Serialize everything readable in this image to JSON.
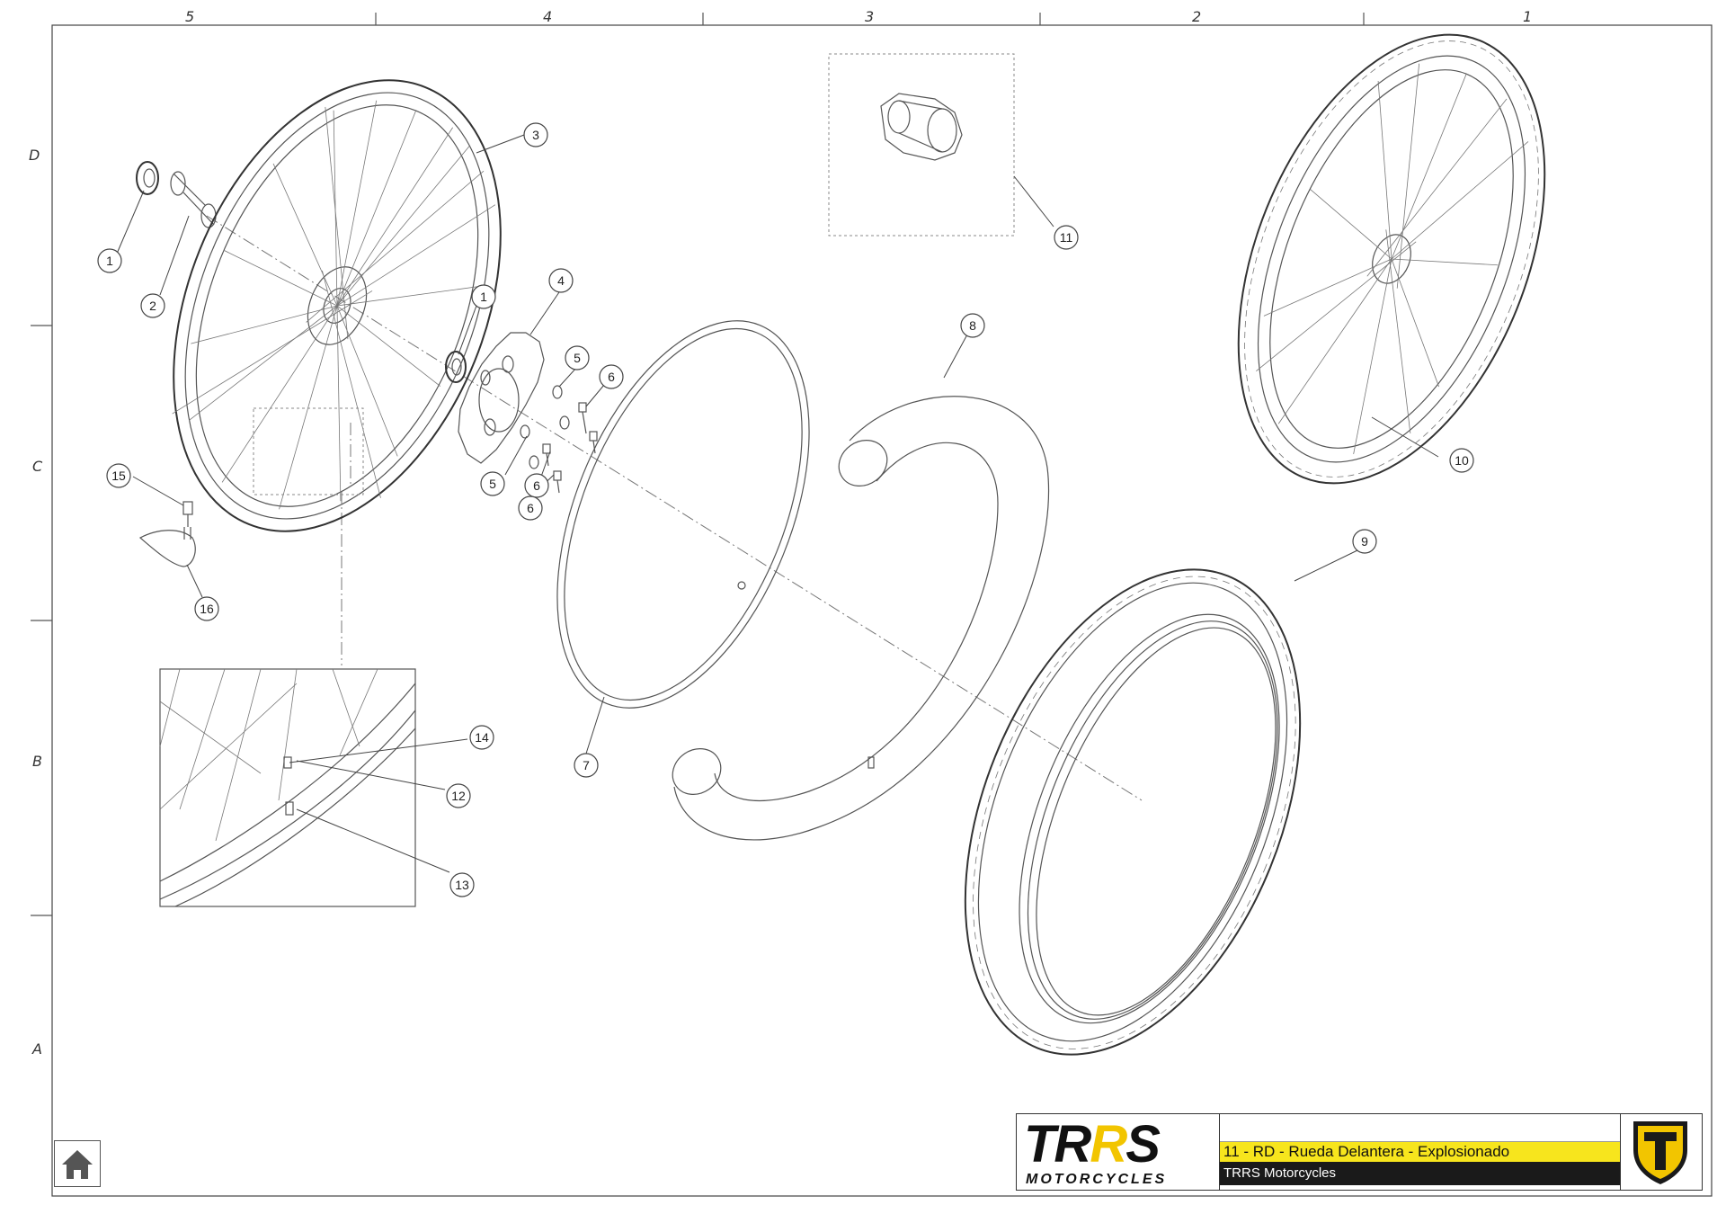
{
  "zones": {
    "columns": [
      "5",
      "4",
      "3",
      "2",
      "1"
    ],
    "rows": [
      "D",
      "C",
      "B",
      "A"
    ]
  },
  "callouts": [
    "1",
    "2",
    "3",
    "1",
    "4",
    "5",
    "6",
    "6",
    "5",
    "6",
    "7",
    "8",
    "9",
    "10",
    "11",
    "12",
    "13",
    "14",
    "15",
    "16"
  ],
  "title_block": {
    "logo_text_1": "TR",
    "logo_text_2": "R",
    "logo_text_3": "S",
    "logo_sub": "MOTORCYCLES",
    "part_title": "11 - RD - Rueda Delantera - Explosionado",
    "company": "TRRS Motorcycles"
  },
  "colors": {
    "accent": "#f7e51d",
    "emblem": "#f2c500",
    "dark": "#1a1a1a"
  },
  "icons": {
    "home": "home-icon",
    "emblem": "trrs-emblem-icon"
  }
}
